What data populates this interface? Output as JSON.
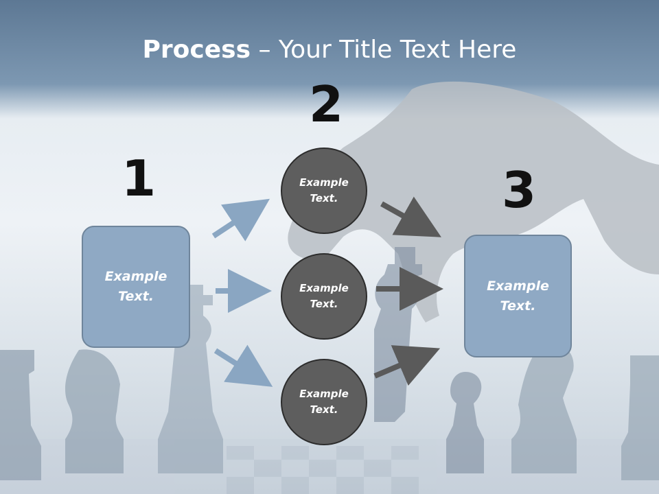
{
  "slide": {
    "title_bold": "Process",
    "title_rest": " – Your Title Text Here",
    "steps": [
      {
        "number": "1",
        "text": "Example Text."
      },
      {
        "number": "2",
        "items": [
          "Example Text.",
          "Example Text.",
          "Example Text."
        ]
      },
      {
        "number": "3",
        "text": "Example Text."
      }
    ]
  },
  "colors": {
    "box_fill": "#8fa9c4",
    "circle_fill": "#5e5e5e",
    "blue_arrow": "#8aa6c2",
    "gray_arrow": "#5a5a5a"
  }
}
